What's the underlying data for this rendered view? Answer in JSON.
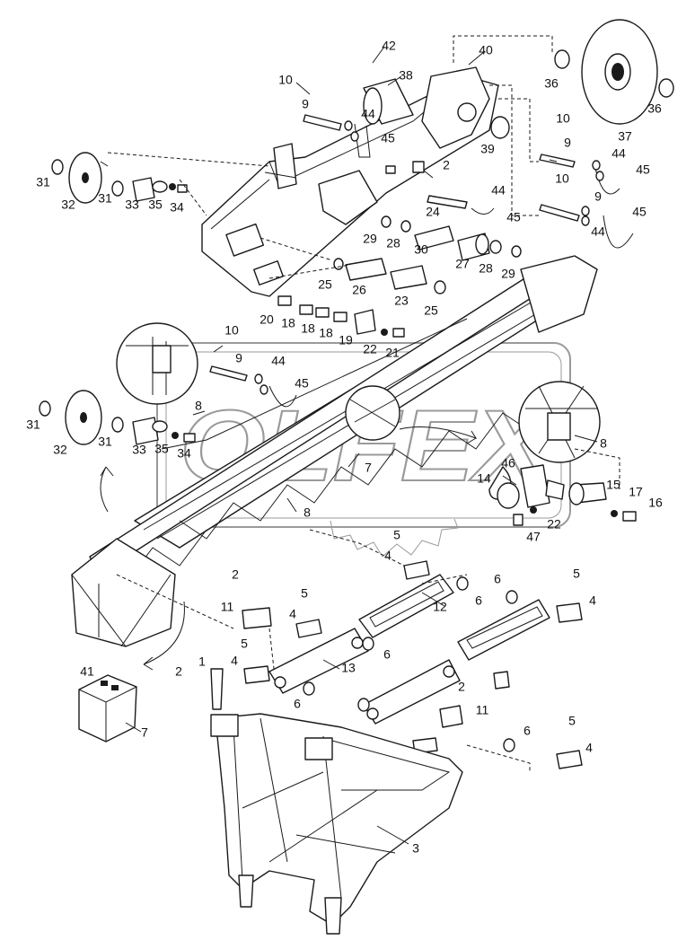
{
  "watermark": {
    "text": "OLFEX"
  },
  "callouts": [
    {
      "id": "c42",
      "text": "42"
    },
    {
      "id": "c40",
      "text": "40"
    },
    {
      "id": "c10a",
      "text": "10"
    },
    {
      "id": "c38",
      "text": "38"
    },
    {
      "id": "c9a",
      "text": "9"
    },
    {
      "id": "c44a",
      "text": "44"
    },
    {
      "id": "c45a",
      "text": "45"
    },
    {
      "id": "c36a",
      "text": "36"
    },
    {
      "id": "c37",
      "text": "37"
    },
    {
      "id": "c36b",
      "text": "36"
    },
    {
      "id": "c39",
      "text": "39"
    },
    {
      "id": "c10b",
      "text": "10"
    },
    {
      "id": "c9b",
      "text": "9"
    },
    {
      "id": "c44b",
      "text": "44"
    },
    {
      "id": "c45b",
      "text": "45"
    },
    {
      "id": "c2a",
      "text": "2"
    },
    {
      "id": "c10c",
      "text": "10"
    },
    {
      "id": "c9c",
      "text": "9"
    },
    {
      "id": "c45c",
      "text": "45"
    },
    {
      "id": "c44c",
      "text": "44"
    },
    {
      "id": "c44d",
      "text": "44"
    },
    {
      "id": "c45d",
      "text": "45"
    },
    {
      "id": "c24",
      "text": "24"
    },
    {
      "id": "c31a",
      "text": "31"
    },
    {
      "id": "c32a",
      "text": "32"
    },
    {
      "id": "c31b",
      "text": "31"
    },
    {
      "id": "c33a",
      "text": "33"
    },
    {
      "id": "c35a",
      "text": "35"
    },
    {
      "id": "c34a",
      "text": "34"
    },
    {
      "id": "c29a",
      "text": "29"
    },
    {
      "id": "c28a",
      "text": "28"
    },
    {
      "id": "c30",
      "text": "30"
    },
    {
      "id": "c27",
      "text": "27"
    },
    {
      "id": "c28b",
      "text": "28"
    },
    {
      "id": "c29b",
      "text": "29"
    },
    {
      "id": "c25a",
      "text": "25"
    },
    {
      "id": "c26",
      "text": "26"
    },
    {
      "id": "c23",
      "text": "23"
    },
    {
      "id": "c25b",
      "text": "25"
    },
    {
      "id": "c20",
      "text": "20"
    },
    {
      "id": "c18a",
      "text": "18"
    },
    {
      "id": "c18b",
      "text": "18"
    },
    {
      "id": "c18c",
      "text": "18"
    },
    {
      "id": "c19",
      "text": "19"
    },
    {
      "id": "c22a",
      "text": "22"
    },
    {
      "id": "c21",
      "text": "21"
    },
    {
      "id": "c10d",
      "text": "10"
    },
    {
      "id": "c9d",
      "text": "9"
    },
    {
      "id": "c44e",
      "text": "44"
    },
    {
      "id": "c45e",
      "text": "45"
    },
    {
      "id": "c8a",
      "text": "8"
    },
    {
      "id": "c31c",
      "text": "31"
    },
    {
      "id": "c32b",
      "text": "32"
    },
    {
      "id": "c31d",
      "text": "31"
    },
    {
      "id": "c33b",
      "text": "33"
    },
    {
      "id": "c35b",
      "text": "35"
    },
    {
      "id": "c34b",
      "text": "34"
    },
    {
      "id": "c7a",
      "text": "7"
    },
    {
      "id": "c8b",
      "text": "8"
    },
    {
      "id": "c46",
      "text": "46"
    },
    {
      "id": "c14",
      "text": "14"
    },
    {
      "id": "c15",
      "text": "15"
    },
    {
      "id": "c17",
      "text": "17"
    },
    {
      "id": "c16",
      "text": "16"
    },
    {
      "id": "c22b",
      "text": "22"
    },
    {
      "id": "c47",
      "text": "47"
    },
    {
      "id": "c8c",
      "text": "8"
    },
    {
      "id": "c5a",
      "text": "5"
    },
    {
      "id": "c4a",
      "text": "4"
    },
    {
      "id": "c12",
      "text": "12"
    },
    {
      "id": "c6a",
      "text": "6"
    },
    {
      "id": "c6b",
      "text": "6"
    },
    {
      "id": "c5b",
      "text": "5"
    },
    {
      "id": "c4b",
      "text": "4"
    },
    {
      "id": "c2b",
      "text": "2"
    },
    {
      "id": "c5c",
      "text": "5"
    },
    {
      "id": "c11a",
      "text": "11"
    },
    {
      "id": "c4c",
      "text": "4"
    },
    {
      "id": "c6c",
      "text": "6"
    },
    {
      "id": "c13",
      "text": "13"
    },
    {
      "id": "c5d",
      "text": "5"
    },
    {
      "id": "c4d",
      "text": "4"
    },
    {
      "id": "c41",
      "text": "41"
    },
    {
      "id": "c1",
      "text": "1"
    },
    {
      "id": "c2c",
      "text": "2"
    },
    {
      "id": "c6d",
      "text": "6"
    },
    {
      "id": "c2d",
      "text": "2"
    },
    {
      "id": "c11b",
      "text": "11"
    },
    {
      "id": "c7b",
      "text": "7"
    },
    {
      "id": "c6e",
      "text": "6"
    },
    {
      "id": "c5e",
      "text": "5"
    },
    {
      "id": "c4e",
      "text": "4"
    },
    {
      "id": "c3",
      "text": "3"
    }
  ]
}
